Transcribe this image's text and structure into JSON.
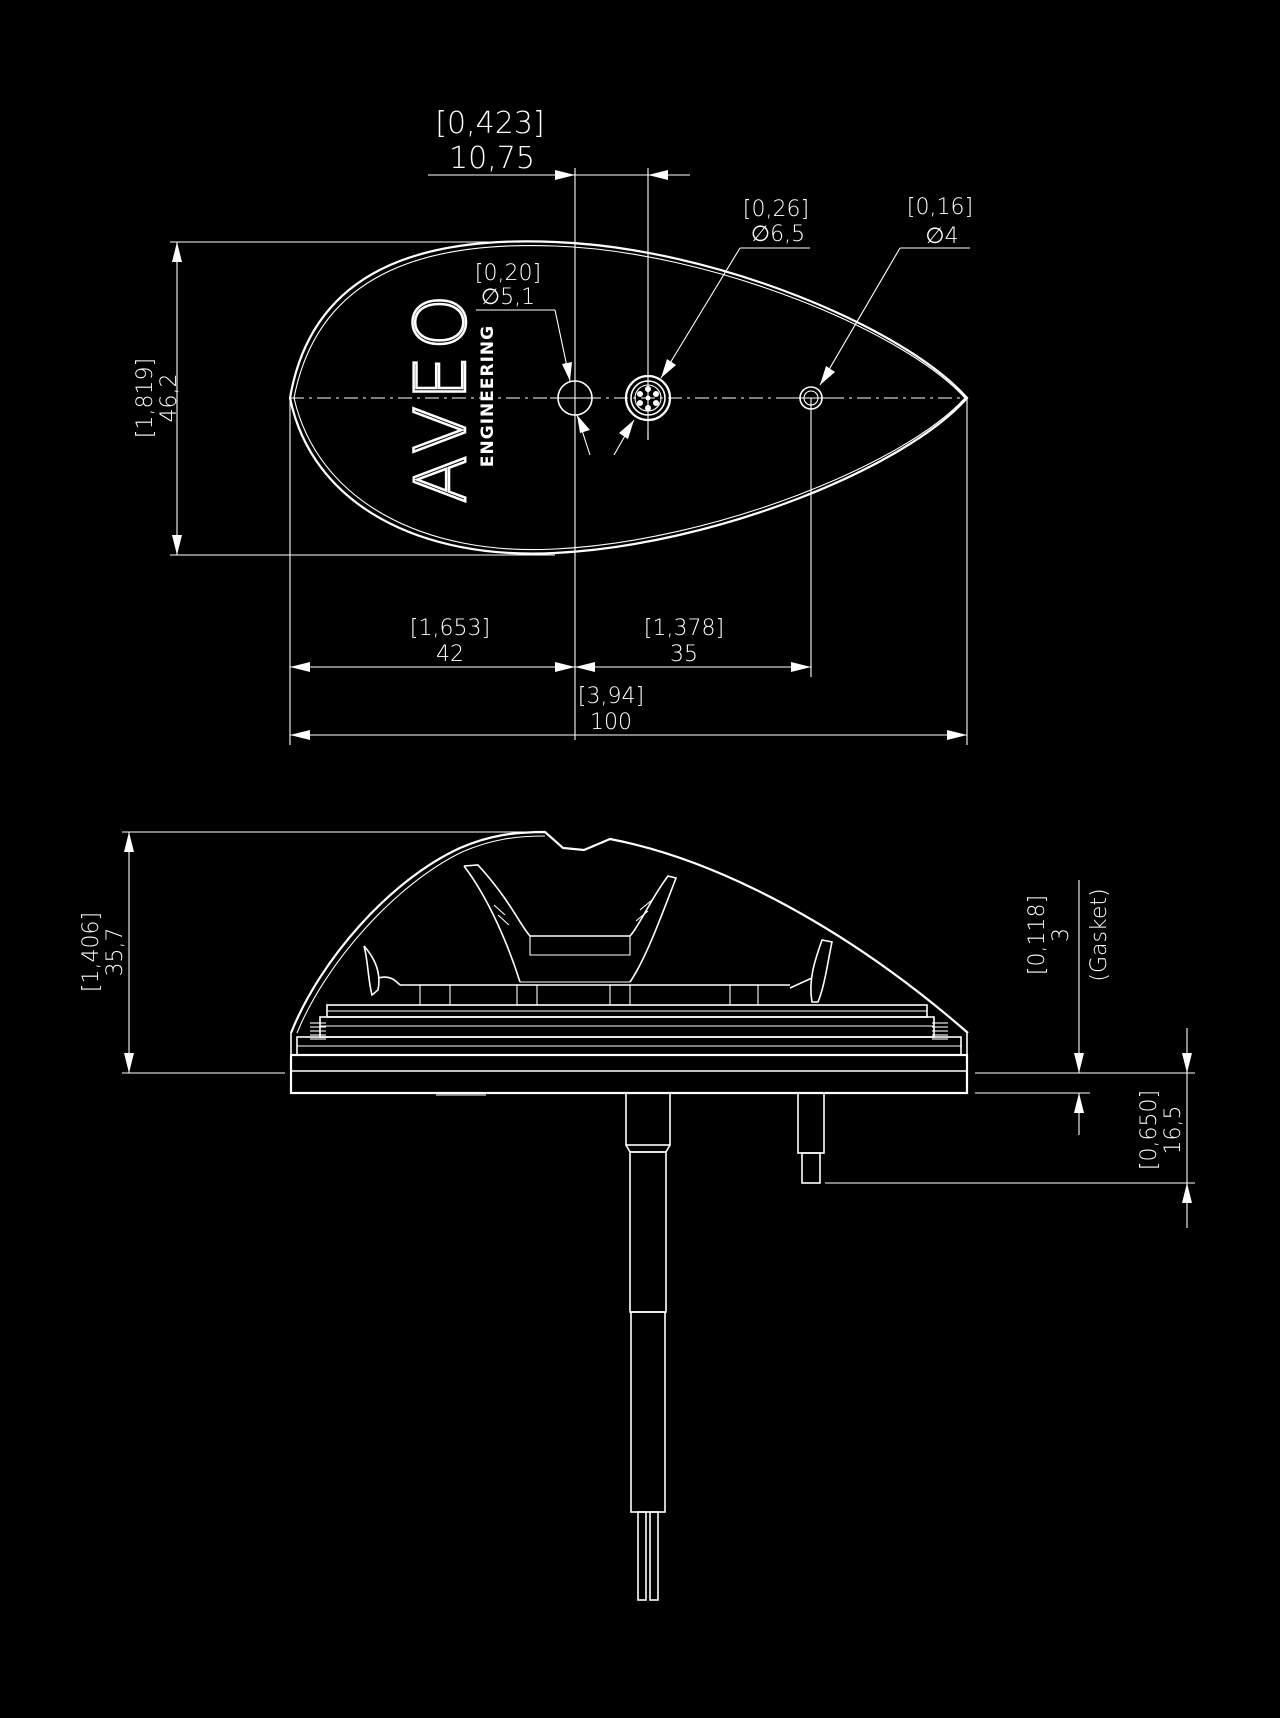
{
  "logo": {
    "brand": "AVEO",
    "sub": "ENGINEERING"
  },
  "top_view": {
    "offset_dim": {
      "inch": "[0,423]",
      "mm": "10,75"
    },
    "hole_center": {
      "inch": "[0,26]",
      "mm": "∅6,5"
    },
    "hole_left": {
      "inch": "[0,20]",
      "mm": "∅5,1"
    },
    "hole_right": {
      "inch": "[0,16]",
      "mm": "∅4"
    },
    "height_dim": {
      "inch": "[1,819]",
      "mm": "46,2"
    },
    "left_span": {
      "inch": "[1,653]",
      "mm": "42"
    },
    "right_span": {
      "inch": "[1,378]",
      "mm": "35"
    },
    "total_length": {
      "inch": "[3,94]",
      "mm": "100"
    }
  },
  "side_view": {
    "height_dim": {
      "inch": "[1,406]",
      "mm": "35,7"
    },
    "gasket_dim": {
      "inch": "[0,118]",
      "mm": "3",
      "note": "(Gasket)"
    },
    "stud_dim": {
      "inch": "[0,650]",
      "mm": "16,5"
    }
  }
}
